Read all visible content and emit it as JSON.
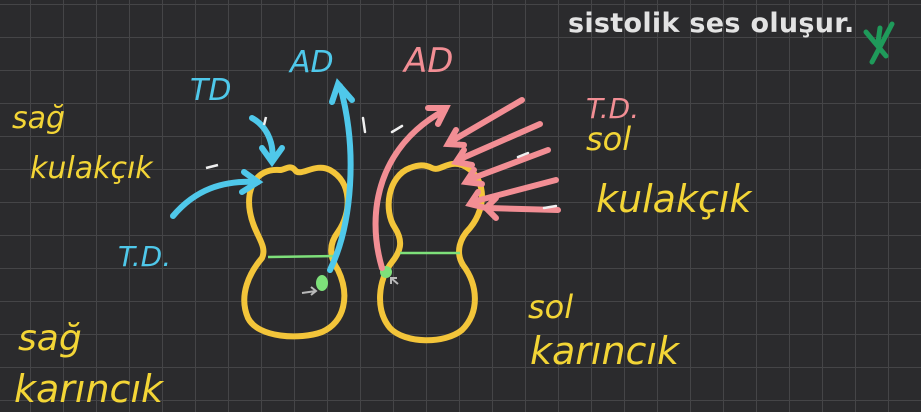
{
  "note": {
    "text": "sistolik ses oluşur."
  },
  "labels": {
    "right_atrium": [
      "sağ",
      "kulakçık"
    ],
    "right_ventricle": [
      "sağ",
      "karıncık"
    ],
    "left_atrium": [
      "sol",
      "kulakçık"
    ],
    "left_ventricle": [
      "sol",
      "karıncık"
    ],
    "td_blue_top": "TD",
    "td_blue_bottom": "T.D.",
    "ad_blue": "AD",
    "ad_pink": "AD",
    "td_pink": "T.D."
  },
  "colors": {
    "background": "#2b2b2d",
    "grid": "#454547",
    "heart_outline": "#f3c53a",
    "right_side_flow": "#4fc8ea",
    "left_side_flow": "#f28e94",
    "valve": "#7ee07a",
    "note_text": "#e3e3e3",
    "strike_mark": "#1f9a5a"
  }
}
